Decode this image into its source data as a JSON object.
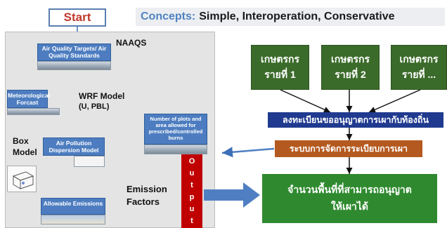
{
  "header": {
    "start_label": "Start",
    "concepts_label": "Concepts:",
    "concepts_value": "Simple, Interoperation, Conservative"
  },
  "left": {
    "naaqs": "NAAQS",
    "aq_targets": "Air Quality Targets/ Air Quality Standards",
    "met": "Meteorological Forcast",
    "wrf_model": "WRF Model",
    "wrf_params": "(U, PBL)",
    "box_model": "Box Model",
    "dispersion": "Air Pollution Dispersion Model",
    "allowable": "Allowable Emissions",
    "plots": "Number of plots and area allowed for prescribed/controlled burns",
    "emission": "Emission",
    "factors": "Factors",
    "output_letters": [
      "O",
      "u",
      "t",
      "p",
      "u",
      "t"
    ]
  },
  "right": {
    "farmers": [
      {
        "line1": "เกษตรกร",
        "line2": "รายที่ 1"
      },
      {
        "line1": "เกษตรกร",
        "line2": "รายที่ 2"
      },
      {
        "line1": "เกษตรกร",
        "line2": "รายที่ ..."
      }
    ],
    "register": "ลงทะเบียนขออนุญาตการเผากับท้องถิ่น",
    "system": "ระบบการจัดการระเบียบการเผา",
    "result_line1": "จำนวนพื้นที่ที่สามารถอนุญาต",
    "result_line2": "ให้เผาได้"
  },
  "colors": {
    "blue_box": "#4d7dc0",
    "farmer_green": "#3b6b2a",
    "register_navy": "#1f3a8f",
    "system_brown": "#b4591f",
    "result_green": "#2f8a2f",
    "output_red": "#c00000",
    "arrow_blue": "#4f7fc2"
  }
}
